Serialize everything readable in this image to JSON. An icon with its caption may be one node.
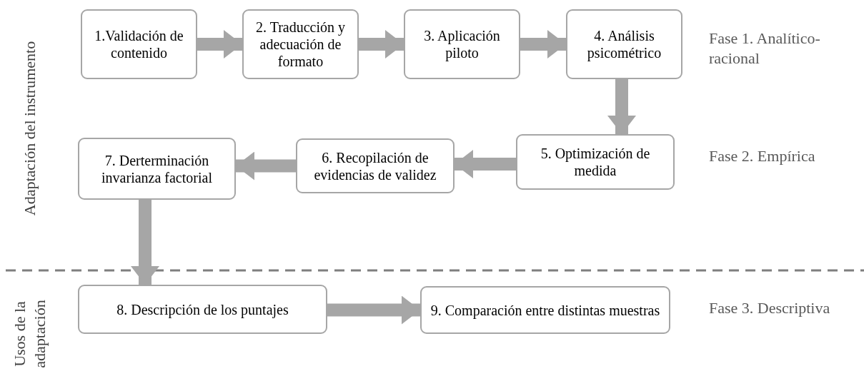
{
  "diagram": {
    "nodes": [
      {
        "text": [
          "1.Validación de contenido"
        ]
      },
      {
        "text": [
          "2. Traducción y adecuación de formato"
        ]
      },
      {
        "text": [
          "3. Aplicación piloto"
        ]
      },
      {
        "text": [
          "4. Análisis psicométrico"
        ]
      },
      {
        "text": [
          "5. Optimización de medida"
        ]
      },
      {
        "text": [
          "6. Recopilación de evidencias de validez"
        ]
      },
      {
        "text": [
          "7. Derterminación invarianza factorial"
        ]
      },
      {
        "text": [
          "8. Descripción de los puntajes"
        ]
      },
      {
        "text": [
          "9. Comparación entre distintas muestras"
        ]
      }
    ],
    "edges": [
      {
        "from": 0,
        "to": 1,
        "arrow": "to"
      },
      {
        "from": 1,
        "to": 2,
        "arrow": "to"
      },
      {
        "from": 2,
        "to": 3,
        "arrow": "to"
      },
      {
        "from": 3,
        "to": 4,
        "arrow": "to"
      },
      {
        "from": 4,
        "to": 5,
        "arrow": "to"
      },
      {
        "from": 5,
        "to": 6,
        "arrow": "to"
      },
      {
        "from": 6,
        "to": 7,
        "arrow": "to"
      },
      {
        "from": 7,
        "to": 8,
        "arrow": "to"
      }
    ],
    "labels": [
      "Adaptación del instrumento",
      "Fase 1. Analítico-racional",
      "Fase 2. Empírica",
      "Usos de la adaptación",
      "Fase 3. Descriptiva"
    ]
  }
}
